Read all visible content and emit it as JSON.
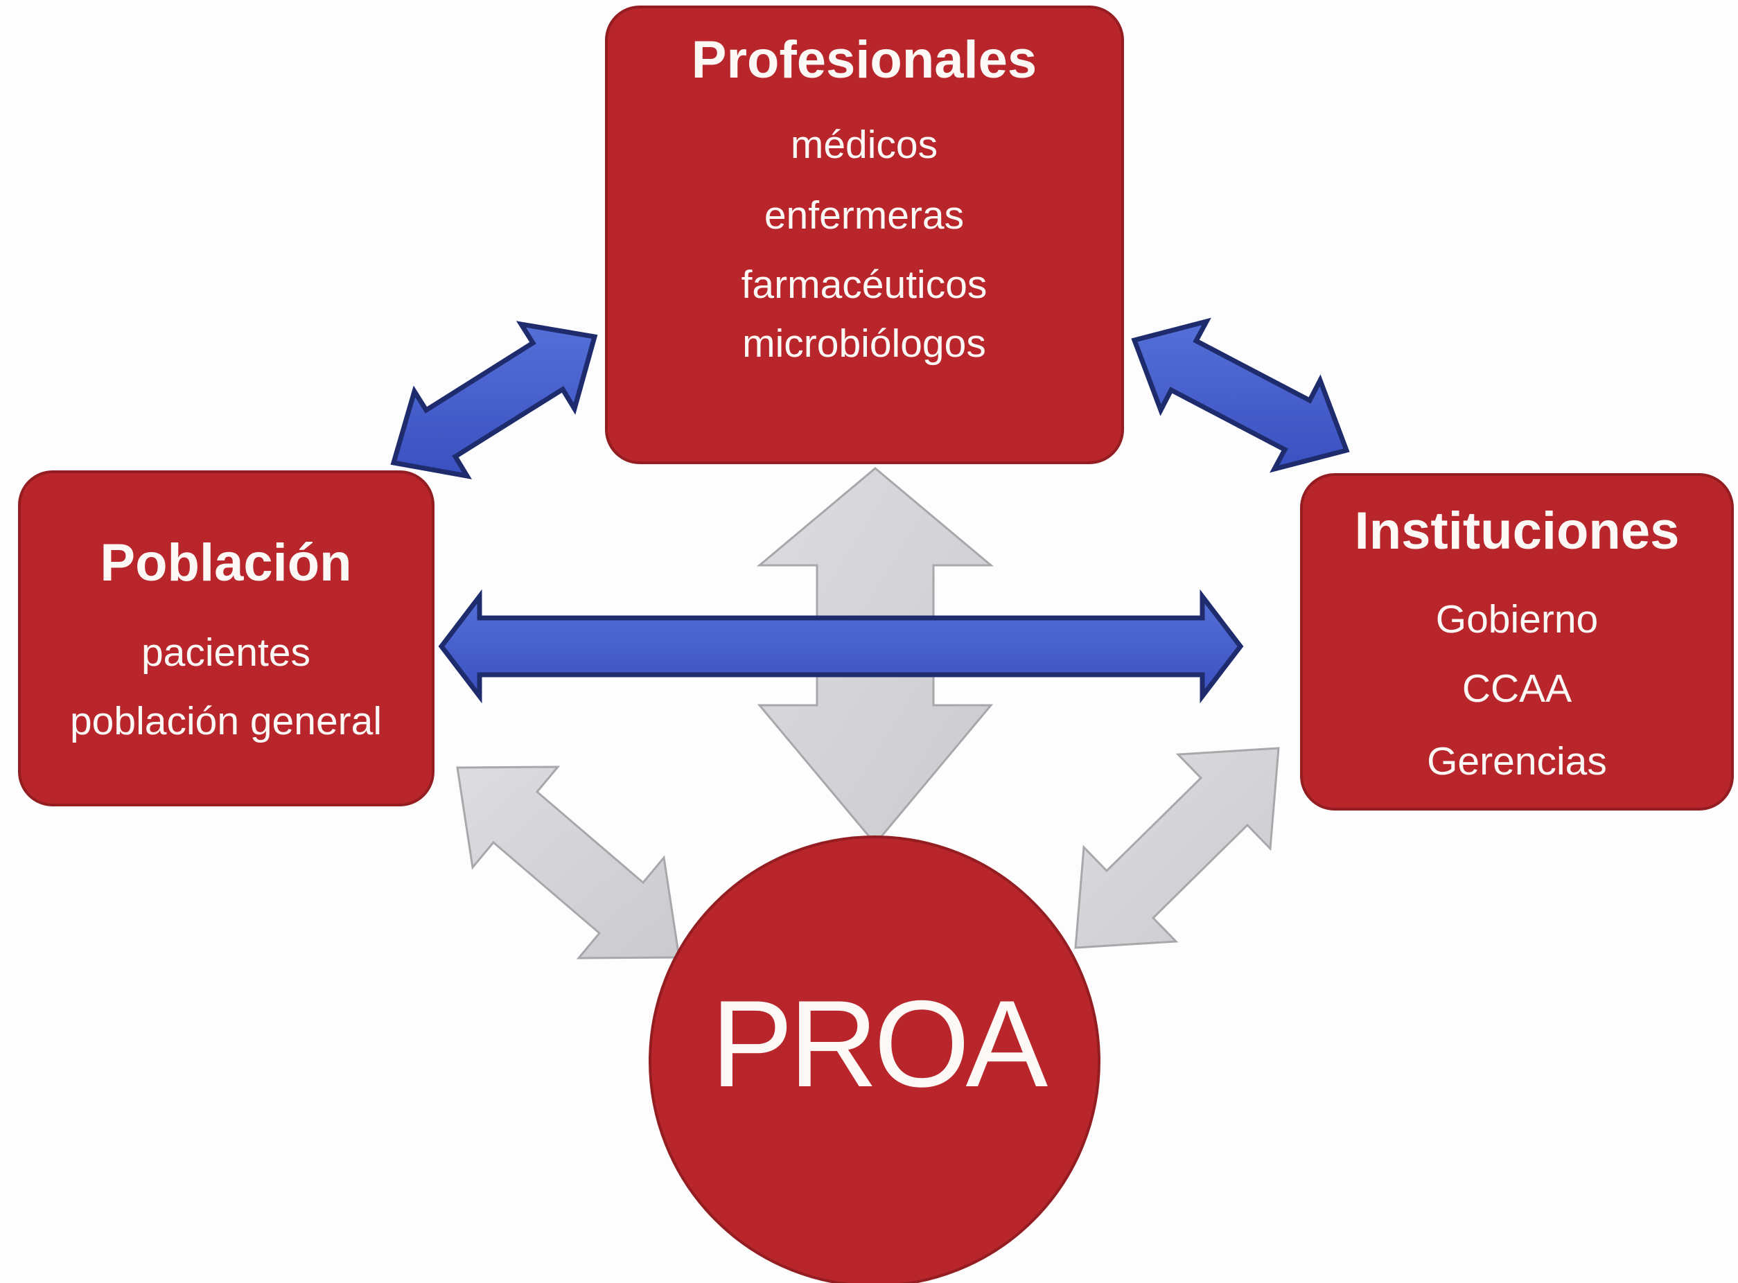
{
  "diagram": {
    "description": "PROA stakeholders relationship diagram",
    "colors": {
      "node_red": "#b8262b",
      "node_border": "#941d21",
      "arrow_blue": "#4763cf",
      "arrow_blue_outline": "#1e2c6e",
      "arrow_gray": "#d6d4d5",
      "text_white": "#fbf8f6",
      "background": "#fdfdfd"
    },
    "nodes": {
      "profesionales": {
        "title": "Profesionales",
        "items": [
          "médicos",
          "enfermeras",
          "farmacéuticos",
          "microbiólogos"
        ]
      },
      "poblacion": {
        "title": "Población",
        "items": [
          "pacientes",
          "población general"
        ]
      },
      "instituciones": {
        "title": "Instituciones",
        "items": [
          "Gobierno",
          "CCAA",
          "Gerencias"
        ]
      },
      "proa": {
        "title": "PROA"
      }
    },
    "connections": [
      {
        "from": "poblacion",
        "to": "profesionales",
        "style": "blue-double-arrow"
      },
      {
        "from": "profesionales",
        "to": "instituciones",
        "style": "blue-double-arrow"
      },
      {
        "from": "poblacion",
        "to": "instituciones",
        "style": "blue-double-arrow"
      },
      {
        "from": "profesionales",
        "to": "proa",
        "style": "gray-double-arrow"
      },
      {
        "from": "poblacion",
        "to": "proa",
        "style": "gray-double-arrow"
      },
      {
        "from": "instituciones",
        "to": "proa",
        "style": "gray-double-arrow"
      }
    ]
  }
}
